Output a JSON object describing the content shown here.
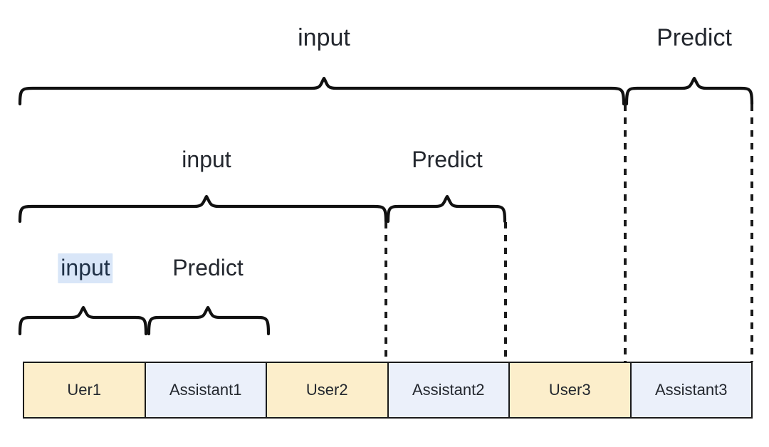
{
  "diagram": {
    "title": "Multi-turn conversation input/predict span diagram",
    "colors": {
      "user_cell": "#fceecb",
      "assistant_cell": "#ebf0fa",
      "border": "#1a1a1a",
      "text": "#23272e",
      "highlight_background": "#d9e6f8",
      "highlight_text": "#1f3046",
      "brace_stroke": "#111111",
      "dashed_line": "#1a1a1a"
    }
  },
  "conversation": {
    "cells": [
      {
        "label": "Uer1",
        "role": "user"
      },
      {
        "label": "Assistant1",
        "role": "assistant"
      },
      {
        "label": "User2",
        "role": "user"
      },
      {
        "label": "Assistant2",
        "role": "assistant"
      },
      {
        "label": "User3",
        "role": "user"
      },
      {
        "label": "Assistant3",
        "role": "assistant"
      }
    ]
  },
  "levels": {
    "level1": {
      "input_label": "input",
      "predict_label": "Predict",
      "input_highlighted": true
    },
    "level2": {
      "input_label": "input",
      "predict_label": "Predict",
      "input_highlighted": false
    },
    "level3": {
      "input_label": "input",
      "predict_label": "Predict",
      "input_highlighted": false
    }
  }
}
